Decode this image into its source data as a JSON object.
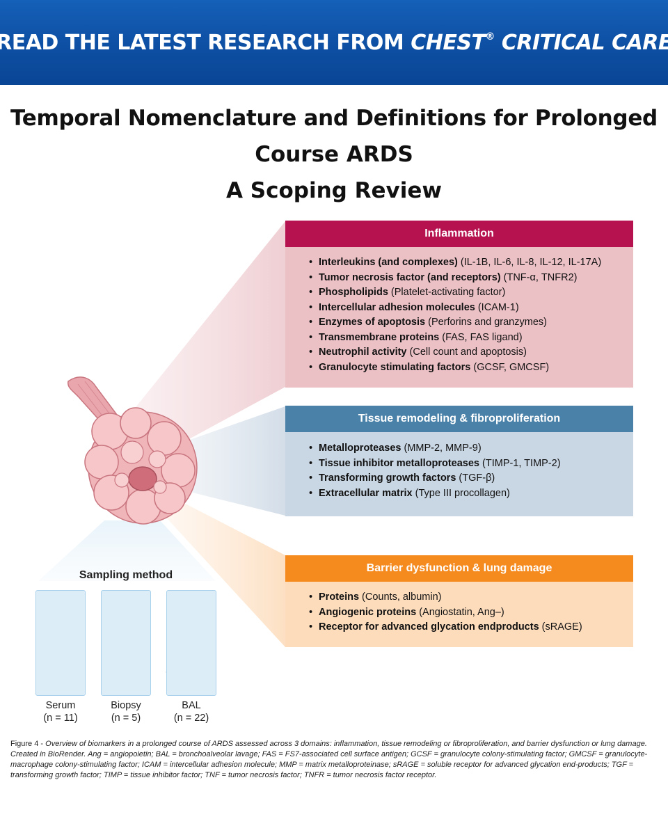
{
  "banner": {
    "prefix": "READ THE LATEST RESEARCH FROM ",
    "journal": "CHEST",
    "registered": "®",
    "journal_suffix": " CRITICAL CARE"
  },
  "title": {
    "line1": "Temporal Nomenclature and Definitions for Prolonged",
    "line2": "Course ARDS",
    "subtitle": "A Scoping Review"
  },
  "colors": {
    "banner": "#0d4fa3",
    "inflammation_header": "#b5124f",
    "inflammation_body": "#ecc1c6",
    "tissue_header": "#4a81a8",
    "tissue_body": "#c9d6e3",
    "barrier_header": "#f58a1f",
    "barrier_body": "#fddcbc",
    "sampling_card": "#dcedf8"
  },
  "panels": {
    "inflammation": {
      "title": "Inflammation",
      "items": [
        {
          "term": "Interleukins (and complexes)",
          "detail": " (IL-1B, IL-6, IL-8, IL-12, IL-17A)"
        },
        {
          "term": "Tumor necrosis factor (and receptors)",
          "detail": " (TNF-α, TNFR2)"
        },
        {
          "term": "Phospholipids",
          "detail": " (Platelet-activating factor)"
        },
        {
          "term": "Intercellular adhesion molecules",
          "detail": " (ICAM-1)"
        },
        {
          "term": "Enzymes of apoptosis",
          "detail": " (Perforins and granzymes)"
        },
        {
          "term": "Transmembrane proteins",
          "detail": " (FAS, FAS ligand)"
        },
        {
          "term": "Neutrophil activity",
          "detail": " (Cell count and apoptosis)"
        },
        {
          "term": "Granulocyte stimulating factors",
          "detail": " (GCSF,  GMCSF)"
        }
      ]
    },
    "tissue": {
      "title": "Tissue remodeling & fibroproliferation",
      "items": [
        {
          "term": "Metalloproteases",
          "detail": " (MMP-2, MMP-9)"
        },
        {
          "term": "Tissue inhibitor metalloproteases",
          "detail": " (TIMP-1, TIMP-2)"
        },
        {
          "term": "Transforming growth factors",
          "detail": " (TGF-β)"
        },
        {
          "term": "Extracellular matrix",
          "detail": " (Type III procollagen)"
        }
      ]
    },
    "barrier": {
      "title": "Barrier dysfunction & lung damage",
      "items": [
        {
          "term": "Proteins",
          "detail": " (Counts, albumin)"
        },
        {
          "term": "Angiogenic proteins",
          "detail": " (Angiostatin, Ang–)"
        },
        {
          "term": "Receptor for advanced glycation endproducts",
          "detail": " (sRAGE)"
        }
      ]
    }
  },
  "sampling": {
    "title": "Sampling method",
    "methods": [
      {
        "name": "Serum",
        "n": "(n = 11)",
        "icon": "blood-tube-icon"
      },
      {
        "name": "Biopsy",
        "n": "(n = 5)",
        "icon": "biopsy-forceps-icon"
      },
      {
        "name": "BAL",
        "n": "(n = 22)",
        "icon": "bronchial-tree-icon"
      }
    ]
  },
  "caption": {
    "label": "Figure 4 - ",
    "text": "Overview of biomarkers in a prolonged course of ARDS assessed across 3 domains: inflammation, tissue remodeling or fibroproliferation, and barrier dysfunction or lung damage. Created in BioRender. Ang = angiopoietin; BAL = bronchoalveolar lavage; FAS = FS7-associated cell surface antigen; GCSF = granulocyte colony-stimulating factor; GMCSF = granulocyte-macrophage colony-stimulating factor; ICAM = intercellular adhesion molecule; MMP = matrix metalloproteinase; sRAGE = soluble receptor for advanced glycation end-products; TGF = transforming growth factor; TIMP = tissue inhibitor factor; TNF = tumor necrosis factor; TNFR = tumor necrosis factor receptor."
  }
}
